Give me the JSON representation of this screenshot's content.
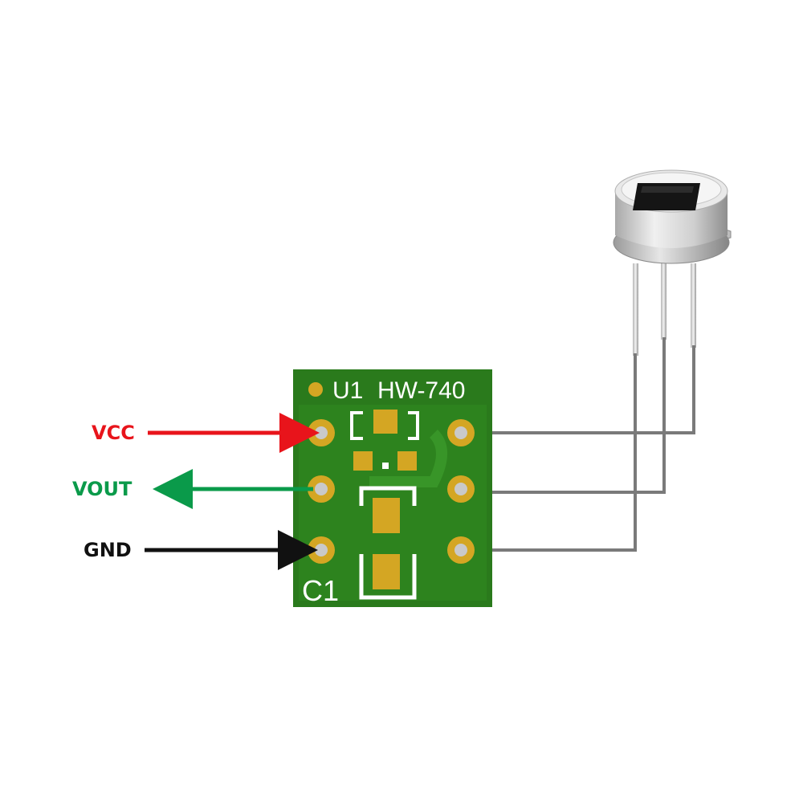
{
  "pins": {
    "vcc": {
      "label": "VCC",
      "color": "#e8141b"
    },
    "vout": {
      "label": "VOUT",
      "color": "#0a9a4a"
    },
    "gnd": {
      "label": "GND",
      "color": "#111111"
    }
  },
  "board": {
    "designator": "U1",
    "model": "HW-740",
    "capacitor": "C1",
    "color": "#2a7a1c",
    "pad_color": "#d4a623"
  },
  "sensor": {
    "type": "pyroelectric-sensor",
    "body_color": "#cfcfcf",
    "window_color": "#151515"
  },
  "wire_color": "#7a7a7a"
}
